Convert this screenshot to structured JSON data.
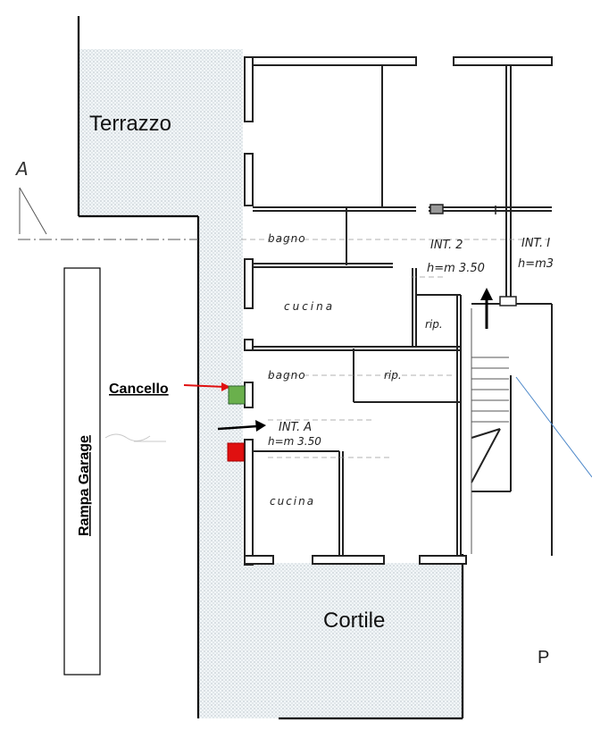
{
  "labels": {
    "terrazzo": "Terrazzo",
    "cortile": "Cortile",
    "rampa": "Rampa Garage",
    "cancello": "Cancello",
    "section": "A",
    "corner_mark": "P"
  },
  "rooms": {
    "bagno_top": "bagno",
    "int2": "INT. 2",
    "int2_h": "h=m 3.50",
    "int_partial": "INT. I",
    "int_partial_h": "h=m3",
    "cucina_top": "cucina",
    "rip_top": "rip.",
    "bagno_mid": "bagno",
    "rip_mid": "rip.",
    "int_a": "INT. A",
    "int_a_h": "h=m 3.50",
    "cucina_bottom": "cucina"
  },
  "markers": {
    "green": "#6ab04c",
    "red": "#e01010",
    "arrow_red": "#e01010",
    "arrow_black": "#000000",
    "stair_line": "#4a86c8"
  }
}
